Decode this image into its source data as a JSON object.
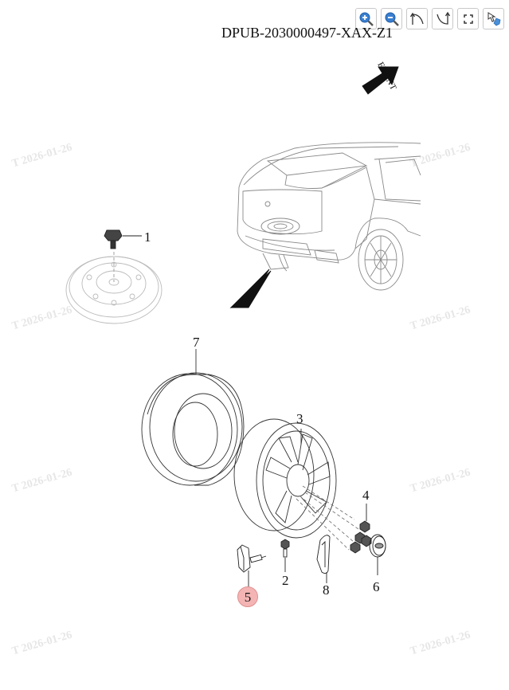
{
  "toolbar": {
    "zoom_in_icon": "zoom-in-icon",
    "zoom_out_icon": "zoom-out-icon",
    "rotate_left_icon": "rotate-left-icon",
    "rotate_right_icon": "rotate-right-icon",
    "fit_icon": "fit-screen-icon",
    "reset_icon": "reset-view-icon"
  },
  "diagram": {
    "title": "DPUB-2030000497-XAX-Z1",
    "front_label": "FRONT",
    "callouts": [
      "1",
      "2",
      "3",
      "4",
      "5",
      "6",
      "7",
      "8"
    ],
    "highlighted_callout": "5",
    "watermark_text": "T  2026-01-26",
    "highlight_color": "#f4b4b4"
  }
}
